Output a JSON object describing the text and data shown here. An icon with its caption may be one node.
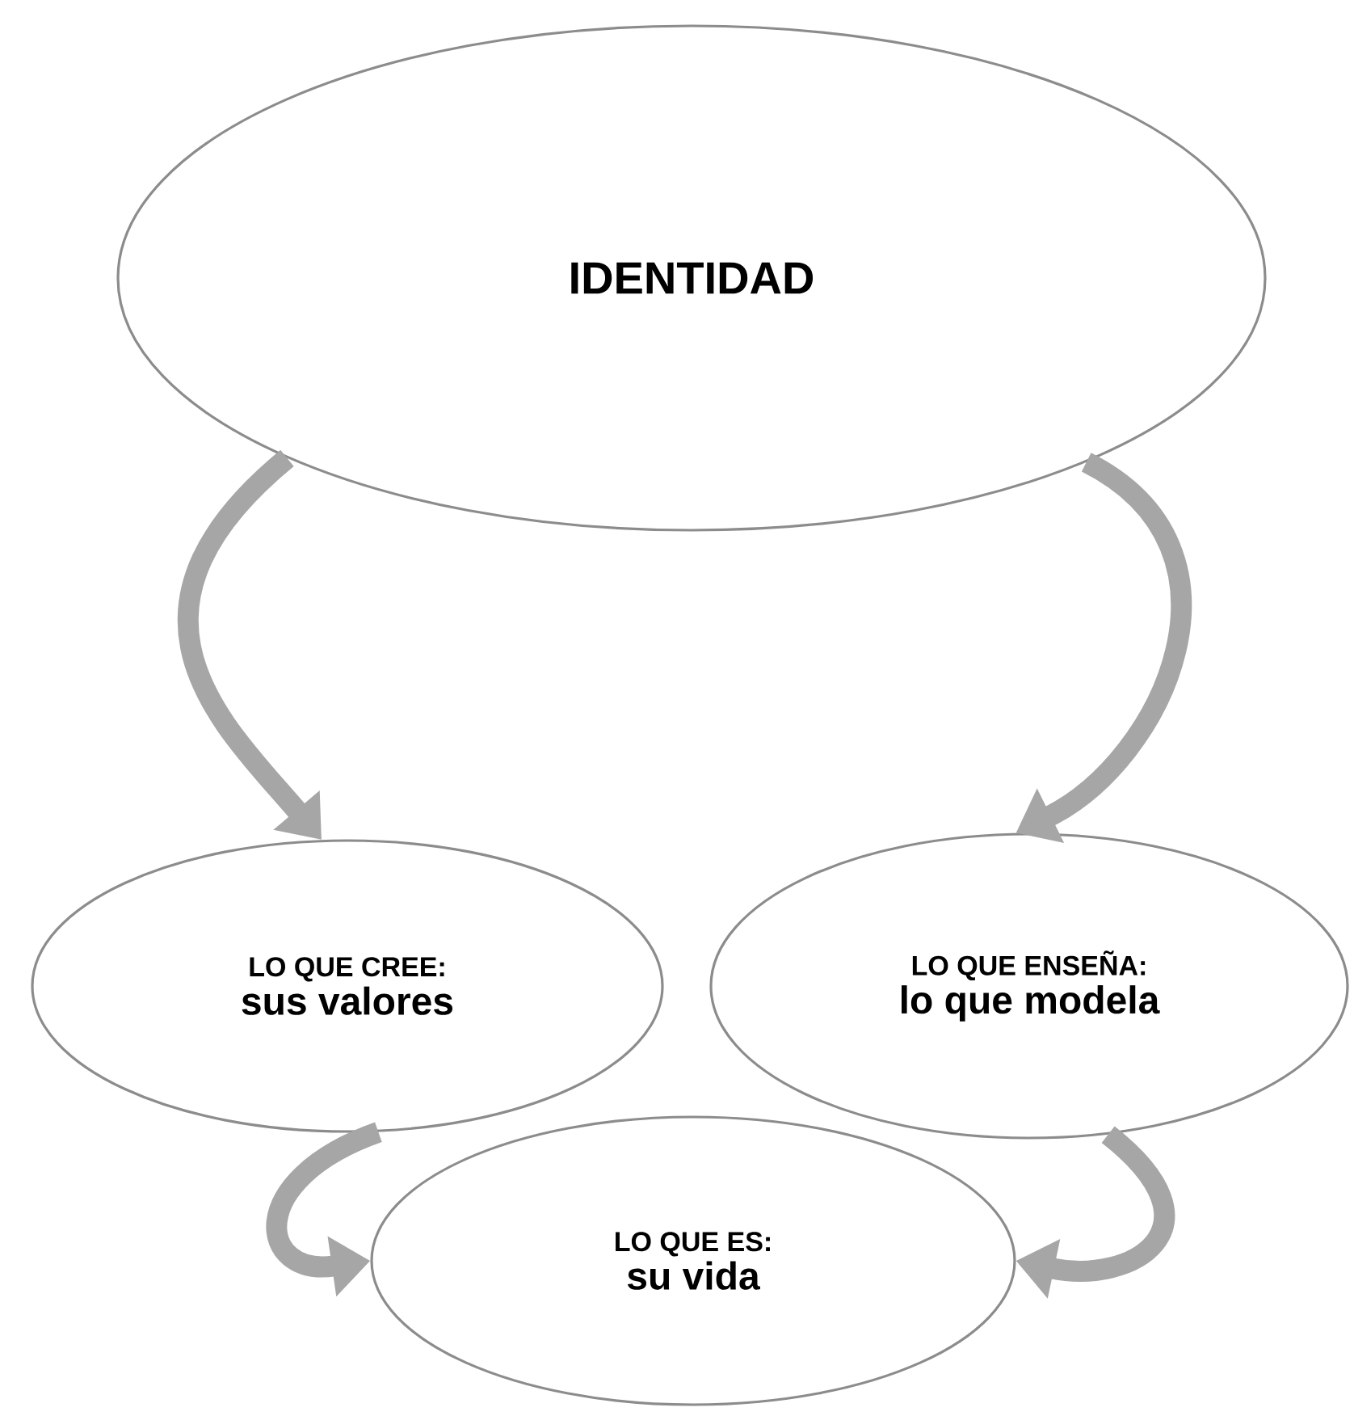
{
  "diagram": {
    "nodes": [
      {
        "text": [
          "IDENTIDAD"
        ]
      },
      {
        "text": [
          "LO QUE CREE:",
          "sus valores"
        ]
      },
      {
        "text": [
          "LO QUE ENSEÑA:",
          "lo que modela"
        ]
      },
      {
        "text": [
          "LO QUE ES:",
          "su vida"
        ]
      }
    ],
    "edges": [
      {
        "from": 0,
        "to": 1,
        "arrow": "to"
      },
      {
        "from": 0,
        "to": 2,
        "arrow": "to"
      },
      {
        "from": 1,
        "to": 3,
        "arrow": "to"
      },
      {
        "from": 2,
        "to": 3,
        "arrow": "to"
      }
    ]
  }
}
